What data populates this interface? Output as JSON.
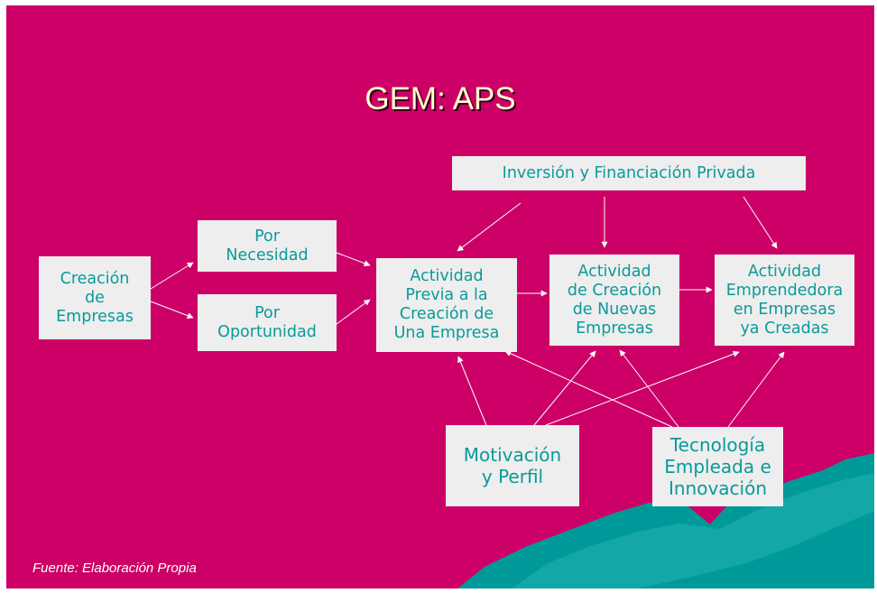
{
  "slide": {
    "title": "GEM: APS",
    "footer": "Fuente:  Elaboración Propia"
  },
  "diagram": {
    "inversion": "Inversión y Financiación Privada",
    "creacion": [
      "Creación",
      "de",
      "Empresas"
    ],
    "necesidad": [
      "Por",
      "Necesidad"
    ],
    "oportunidad": [
      "Por",
      "Oportunidad"
    ],
    "previa": [
      "Actividad",
      "Previa a la",
      "Creación de",
      "Una Empresa"
    ],
    "nuevas": [
      "Actividad",
      "de Creación",
      "de Nuevas",
      "Empresas"
    ],
    "emprendedora": [
      "Actividad",
      "Emprendedora",
      "en Empresas",
      "ya Creadas"
    ],
    "motivacion": [
      "Motivación",
      "y Perfil"
    ],
    "tecnologia": [
      "Tecnología",
      "Empleada e",
      "Innovación"
    ]
  },
  "colors": {
    "background": "#cc0066",
    "box_fill": "#eeeeee",
    "box_text": "#0a9a9a",
    "title": "#ffffcc",
    "decoration": "#009999"
  }
}
